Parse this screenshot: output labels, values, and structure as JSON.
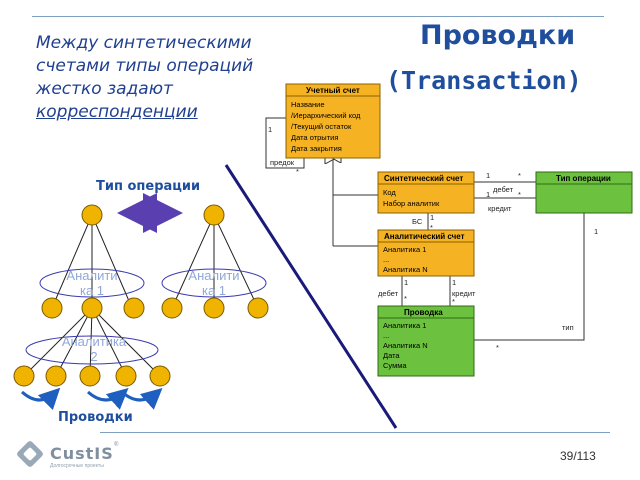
{
  "slide": {
    "title": "Проводки",
    "subtitle": "(Transaction)",
    "intro_lines": [
      "Между синтетическими",
      "счетами типы операций",
      "жестко задают",
      "корреспонденции"
    ],
    "page_number": "39/113"
  },
  "left_diagram": {
    "label_top": "Тип операции",
    "label_bottom": "Проводки",
    "ellipse_1_lines": [
      "Аналити",
      "ка 1"
    ],
    "ellipse_2_lines": [
      "Аналити",
      "ка 1"
    ],
    "ellipse_3_lines": [
      "Аналитика",
      "2"
    ]
  },
  "uml": {
    "account": {
      "title": "Учетный счет",
      "attrs": [
        "Название",
        "/Иерархический код",
        "/Текущий остаток",
        "Дата отрытия",
        "Дата закрытия"
      ]
    },
    "synthetic": {
      "title": "Синтетический счет",
      "attrs": [
        "Код",
        "Набор аналитик"
      ]
    },
    "optype": {
      "title": "Тип операции",
      "attrs": []
    },
    "analytic": {
      "title": "Аналитический счет",
      "attrs": [
        "Аналитика 1",
        "...",
        "Аналитика N"
      ]
    },
    "posting": {
      "title": "Проводка",
      "attrs": [
        "Аналитика 1",
        "...",
        "Аналитика N",
        "Дата",
        "Сумма"
      ]
    },
    "labels": {
      "self_one": "1",
      "predok": "предок",
      "self_star": "*",
      "syn_op_one_top": "1",
      "syn_op_star_top": "*",
      "debet_top": "дебет",
      "syn_op_one_bottom": "1",
      "syn_op_star_bottom": "*",
      "kredit_top": "кредит",
      "bs": "БС",
      "syn_an_one": "1",
      "syn_an_star": "*",
      "an_post_one_left": "1",
      "debet_bottom": "дебет",
      "an_post_star_left": "*",
      "an_post_one_right": "1",
      "kredit_bottom": "кредит",
      "an_post_star_right": "*",
      "op_post_one": "1",
      "tip": "тип",
      "op_post_star": "*"
    }
  },
  "logo": {
    "text": "CustIS",
    "sub": "Долгосрочные проекты",
    "reg": "®"
  },
  "colors": {
    "accent": "#1f4e9c",
    "orange": "#f5b324",
    "green": "#6cc13e",
    "node": "#f0b400",
    "divider": "#1a1a7a"
  }
}
